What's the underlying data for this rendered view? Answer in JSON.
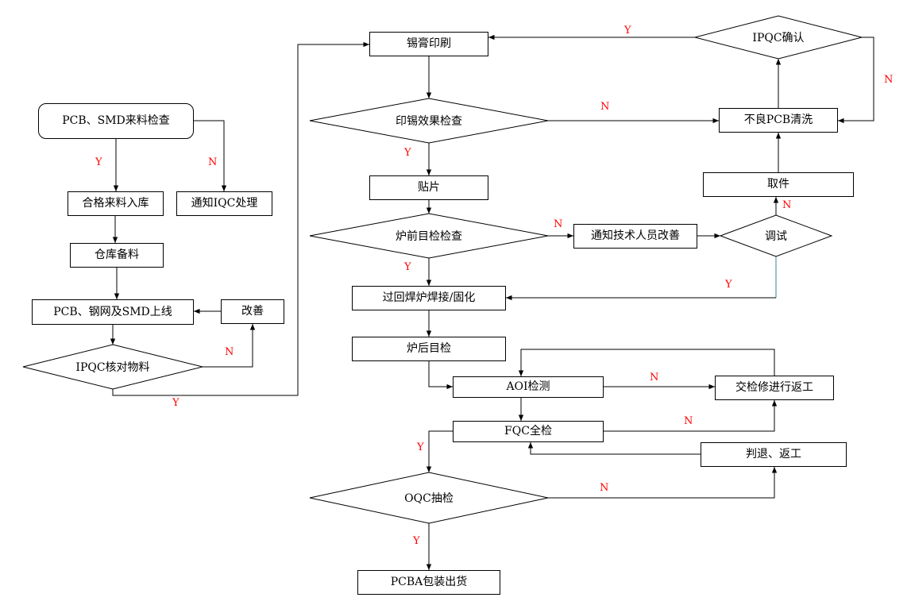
{
  "nodes": {
    "incoming_inspection": "PCB、SMD来料检查",
    "qualified_storage": "合格来料入库",
    "notify_iqc": "通知IQC处理",
    "warehouse_prep": "仓库备料",
    "pcb_online": "PCB、钢网及SMD上线",
    "improve": "改善",
    "ipqc_verify": "IPQC核对物料",
    "solder_print": "锡膏印刷",
    "print_check": "印锡效果检查",
    "placement": "贴片",
    "pre_furnace_check": "炉前目检检查",
    "notify_tech": "通知技术人员改善",
    "debug": "调试",
    "pickup": "取件",
    "bad_pcb_clean": "不良PCB清洗",
    "ipqc_confirm": "IPQC确认",
    "reflow": "过回焊炉焊接/固化",
    "post_furnace_check": "炉后目检",
    "aoi": "AOI检测",
    "send_repair_rework": "交检修进行返工",
    "fqc": "FQC全检",
    "reject_rework": "判退、返工",
    "oqc": "OQC抽检",
    "packing_ship": "PCBA包装出货"
  },
  "edge_labels": {
    "incoming_yes": "Y",
    "incoming_no": "N",
    "ipqc_verify_no": "N",
    "ipqc_verify_yes": "Y",
    "print_check_yes": "Y",
    "print_check_no": "N",
    "pre_furnace_yes": "Y",
    "pre_furnace_no": "N",
    "debug_no": "N",
    "debug_yes": "Y",
    "ipqc_confirm_yes": "Y",
    "ipqc_confirm_no": "N",
    "aoi_no": "N",
    "fqc_no": "N",
    "fqc_yes": "Y",
    "oqc_no": "N",
    "oqc_yes": "Y"
  },
  "colors": {
    "line": "#000000",
    "teal_line": "#31849b",
    "yn_label": "#ff0000",
    "node_fill": "#ffffff",
    "node_border": "#000000"
  }
}
